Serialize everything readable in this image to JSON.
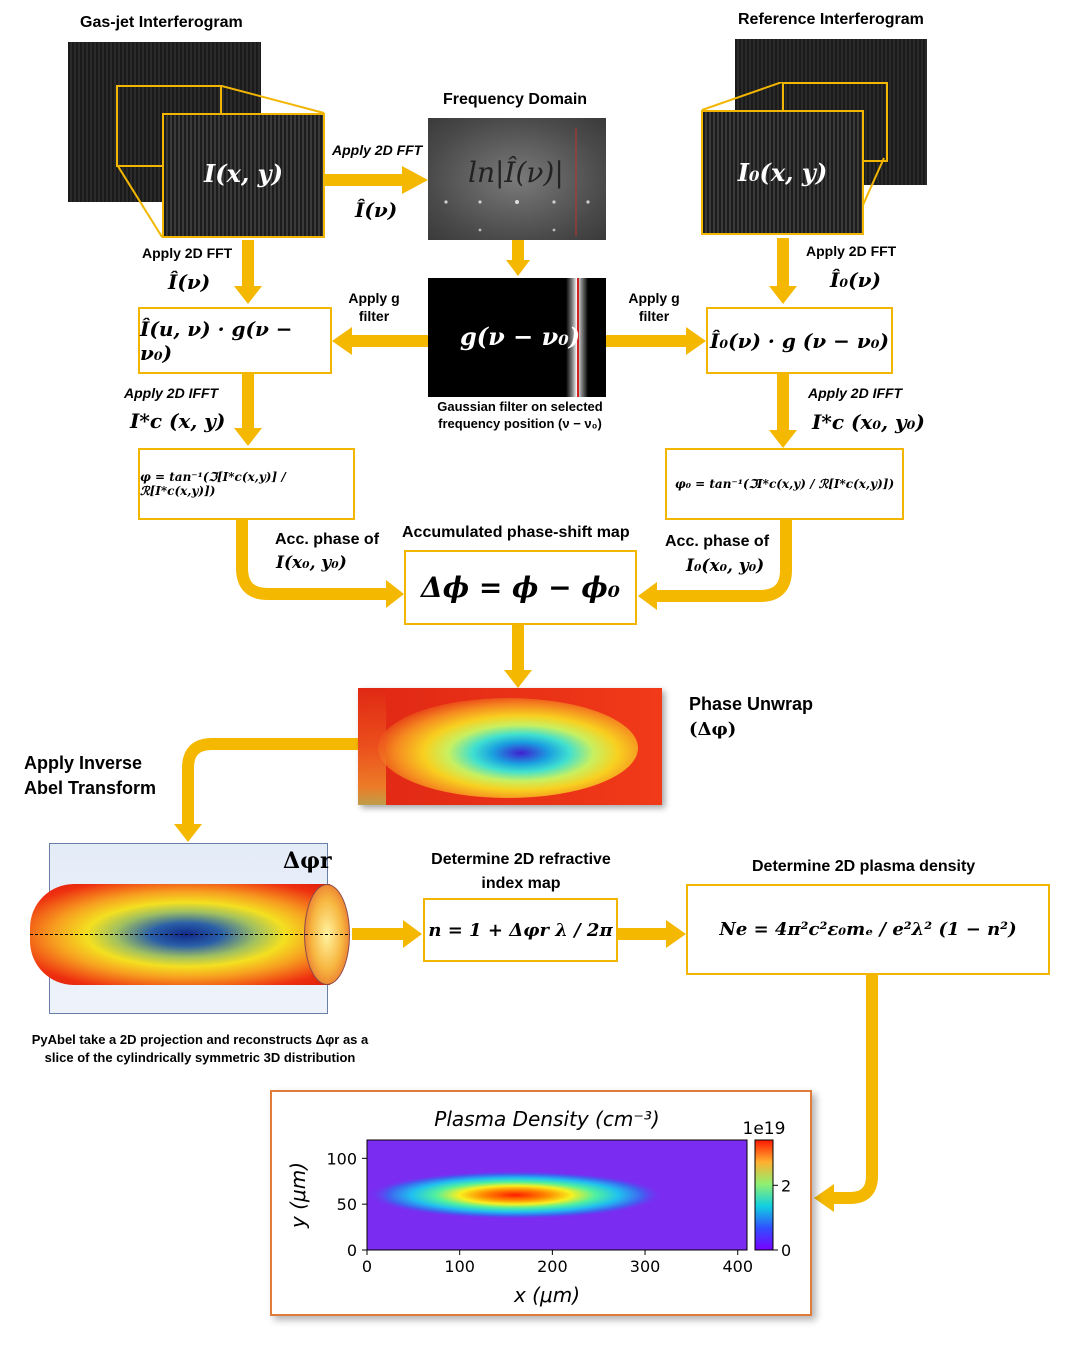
{
  "colors": {
    "arrow": "#f5b800",
    "box_border": "#f2b600",
    "frame_border": "#f2b600",
    "plot_frame": "#e07b39"
  },
  "labels": {
    "gas_jet": "Gas-jet Interferogram",
    "reference": "Reference Interferogram",
    "frequency_domain": "Frequency Domain",
    "apply_fft_top": "Apply 2D FFT",
    "apply_fft_left": "Apply 2D FFT",
    "apply_fft_right": "Apply 2D FFT",
    "apply_g_filter_left": "Apply g filter",
    "apply_g_filter_right": "Apply g filter",
    "apply_ifft_left": "Apply 2D IFFT",
    "apply_ifft_right": "Apply 2D IFFT",
    "gaussian_caption_line1": "Gaussian filter on selected",
    "gaussian_caption_line2": "frequency position (ν − ν₀)",
    "acc_phase_left": "Acc. phase of",
    "acc_phase_right": "Acc. phase of",
    "accumulated_map": "Accumulated phase-shift map",
    "phase_unwrap": "Phase Unwrap",
    "phase_unwrap_sym": "(Δφ)",
    "inverse_abel_line1": "Apply Inverse",
    "inverse_abel_line2": "Abel Transform",
    "refractive_line1": "Determine 2D refractive",
    "refractive_line2": "index map",
    "plasma_density_label": "Determine 2D plasma density",
    "pyabel_line1": "PyAbel take a 2D projection and reconstructs Δφr as a",
    "pyabel_line2": "slice of the cylindrically symmetric 3D distribution"
  },
  "math": {
    "I_xy": "I(x, y)",
    "I0_xy": "I₀(x, y)",
    "ln_fft": "ln|Î(ν)|",
    "I_hat_top": "Î(ν)",
    "I_hat_left": "Î(ν)",
    "I0_hat_right": "Î₀(ν)",
    "g_filter": "g(ν − ν₀)",
    "filtered_left": "Î(u, ν) · g(ν − ν₀)",
    "filtered_right": "Î₀(ν) · g (ν − ν₀)",
    "Ic_left": "I*c (x, y)",
    "Ic_right": "I*c (x₀, y₀)",
    "phi_left": "φ = tan⁻¹(ℑ[I*c(x,y)] / ℛ[I*c(x,y)])",
    "phi_right": "φ₀ = tan⁻¹(ℑI*c(x,y) / ℛ[I*c(x,y)])",
    "acc_left_sym": "I(x₀, y₀)",
    "acc_right_sym": "I₀(x₀, y₀)",
    "delta_phi": "Δϕ = ϕ − ϕ₀",
    "delta_phi_r": "Δφr",
    "refractive_eq": "n = 1 + Δφr λ / 2π",
    "density_eq": "Ne = 4π²c²ε₀mₑ / e²λ² (1 − n²)"
  },
  "plot": {
    "title": "Plasma Density (cm⁻³)",
    "xlabel": "x (μm)",
    "ylabel": "y (μm)",
    "scale_label": "1e19",
    "xticks": [
      "0",
      "100",
      "200",
      "300",
      "400"
    ],
    "yticks": [
      "0",
      "50",
      "100"
    ],
    "cbar_ticks": [
      "0",
      "2"
    ]
  },
  "chart_data": {
    "type": "heatmap",
    "title": "Plasma Density (cm⁻³)",
    "xlabel": "x (μm)",
    "ylabel": "y (μm)",
    "xlim": [
      0,
      410
    ],
    "ylim": [
      0,
      120
    ],
    "clim": [
      0,
      3.4
    ],
    "colormap": "rainbow",
    "colorbar_multiplier": "1e19",
    "peak": {
      "x": 160,
      "y": 60,
      "value": 3.4
    },
    "extent_x_sigma": 80,
    "extent_y_sigma": 12
  }
}
